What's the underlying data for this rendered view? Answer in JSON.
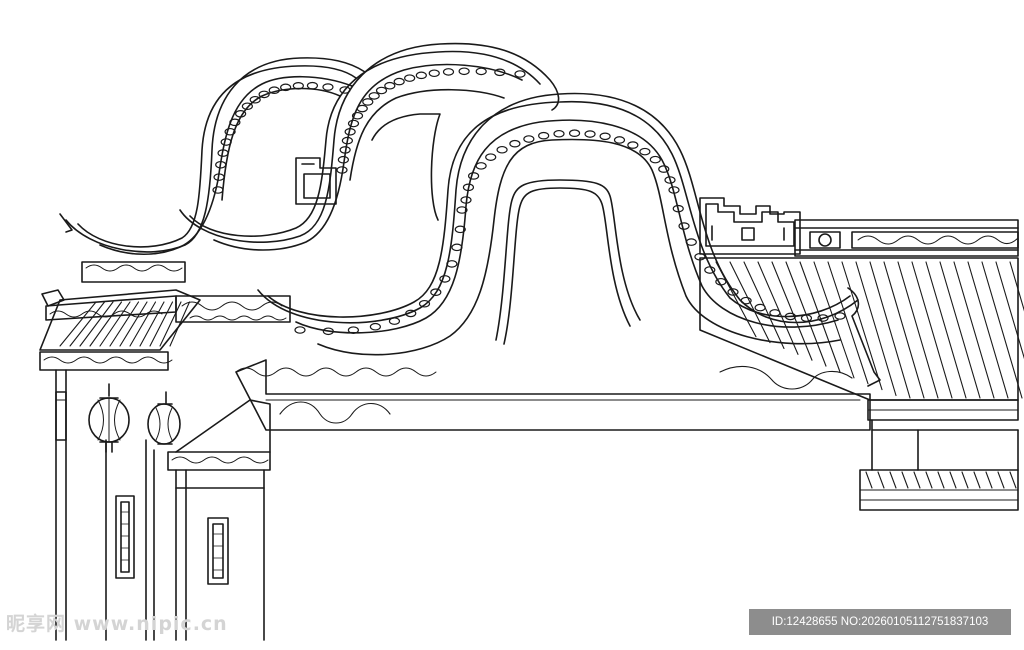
{
  "artwork": {
    "subject": "huizhou-horse-head-wall-line-art",
    "stroke_color": "#1a1a1a",
    "background_color": "#ffffff"
  },
  "watermark": {
    "site_logo_text": "昵享网 www.nipic.cn",
    "id_text": "ID:12428655 NO:20260105112751837103",
    "logo_color": "#d4d4d4",
    "bar_color": "#8d8d8d"
  }
}
